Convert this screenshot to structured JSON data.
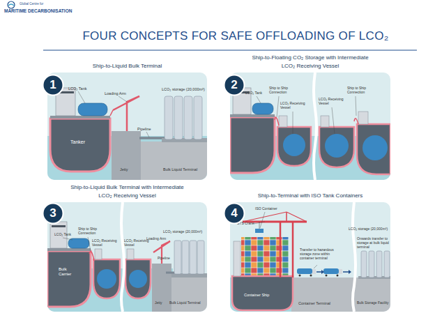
{
  "diagram": {
    "title": "FOUR CONCEPTS FOR SAFE OFFLOADING OF LCO₂",
    "nodes": [
      {
        "text": [
          "Ship-to-Liquid Bulk Terminal"
        ]
      },
      {
        "text": [
          "1"
        ],
        "in": 0
      },
      {
        "text": [
          "Ship-to-Floating CO₂ Storage with Intermediate LCO₂ Receiving Vessel"
        ]
      },
      {
        "text": [
          "2"
        ],
        "in": 2
      },
      {
        "text": [
          "Ship-to-Liquid Bulk Terminal with Intermediate LCO₂ Receiving Vessel"
        ]
      },
      {
        "text": [
          "3"
        ],
        "in": 4
      },
      {
        "text": [
          "Ship-to-Terminal with ISO Tank Containers"
        ]
      },
      {
        "text": [
          "4"
        ],
        "in": 6
      }
    ],
    "labels": [
      "Global Centre for",
      "MARITIME DECARBONISATION",
      "LCO₂ Tank",
      "Loading Arm",
      "LCO₂ storage (20,000m³)",
      "Pipeline",
      "Tanker",
      "Jetty",
      "Bulk Liquid Terminal",
      "LCO₂ Tank",
      "Ship to Ship Connection",
      "LCO₂ Receiving Vessel",
      "LCO₂ Receiving Vessel",
      "Ship to Ship Connection",
      "LCO₂ Tank",
      "Ship to Ship Connection",
      "LCO₂ Receiving Vessel",
      "LCO₂ Receiving Vessel",
      "Loading Arm",
      "Pipeline",
      "LCO₂ storage (20,000m³)",
      "Bulk Carrier",
      "Jetty",
      "Bulk Liquid Terminal",
      "ISO Container",
      "STS Crane",
      "Container Ship",
      "Transfer to hazardous storage zone within container terminal",
      "Onwards transfer to storage at bulk liquid terminal",
      "LCO₂ storage (20,000m³)",
      "Container Terminal",
      "Bulk Storage Facility"
    ]
  }
}
